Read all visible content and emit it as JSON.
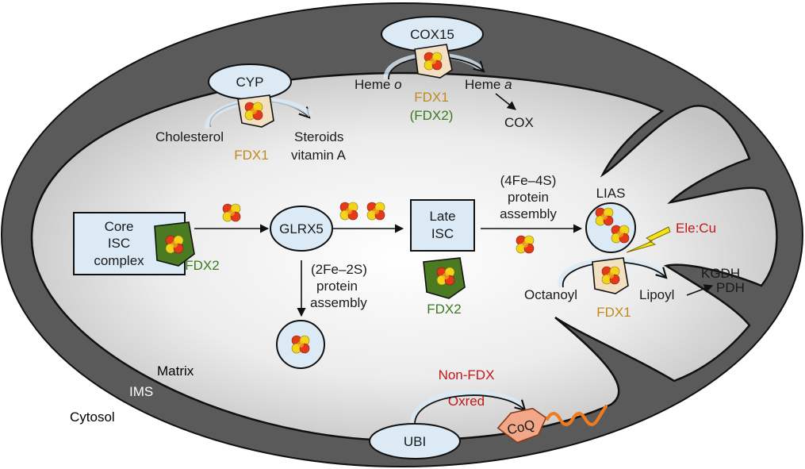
{
  "colors": {
    "membrane_outer": "#5a5a5a",
    "matrix_center": "#ffffff",
    "matrix_edge": "#c8c8c8",
    "protein_blue_fill": "#dbeaf5",
    "fdx1_fill": "#f3dfc2",
    "fdx2_fill": "#4a7a22",
    "label_gold": "#c08a1e",
    "label_green": "#3a7a1e",
    "label_red": "#c01818",
    "coq_fill": "#f2a888",
    "coq_tail": "#f07a1e",
    "cluster_red": "#e33a1a",
    "cluster_yellow": "#f2d51a",
    "lightning": "#f5e21a"
  },
  "compartments": {
    "matrix": "Matrix",
    "ims": "IMS",
    "cytosol": "Cytosol"
  },
  "cyp": {
    "enzyme": "CYP",
    "substrate": "Cholesterol",
    "product_line1": "Steroids",
    "product_line2": "vitamin A",
    "ferredoxin": "FDX1"
  },
  "cox15": {
    "enzyme": "COX15",
    "substrate_prefix": "Heme ",
    "substrate_letter": "o",
    "product_prefix": "Heme ",
    "product_letter": "a",
    "downstream": "COX",
    "ferredoxin_primary": "FDX1",
    "ferredoxin_secondary": "(FDX2)"
  },
  "isc_pathway": {
    "core_line1": "Core",
    "core_line2": "ISC",
    "core_line3": "complex",
    "core_ferredoxin": "FDX2",
    "glrx5": "GLRX5",
    "late_line1": "Late",
    "late_line2": "ISC",
    "late_ferredoxin": "FDX2",
    "fe2s2_line1": "(2Fe–2S)",
    "fe2s2_line2": "protein",
    "fe2s2_line3": "assembly",
    "fe4s4_line1": "(4Fe–4S)",
    "fe4s4_line2": "protein",
    "fe4s4_line3": "assembly"
  },
  "lias": {
    "enzyme": "LIAS",
    "inhibitor": "Ele:Cu",
    "substrate": "Octanoyl",
    "product": "Lipoyl",
    "ferredoxin": "FDX1",
    "target_line1": "KGDH",
    "target_line2": "PDH"
  },
  "ubi": {
    "enzyme": "UBI",
    "label_line1": "Non-FDX",
    "label_line2": "Oxred",
    "product": "CoQ"
  }
}
